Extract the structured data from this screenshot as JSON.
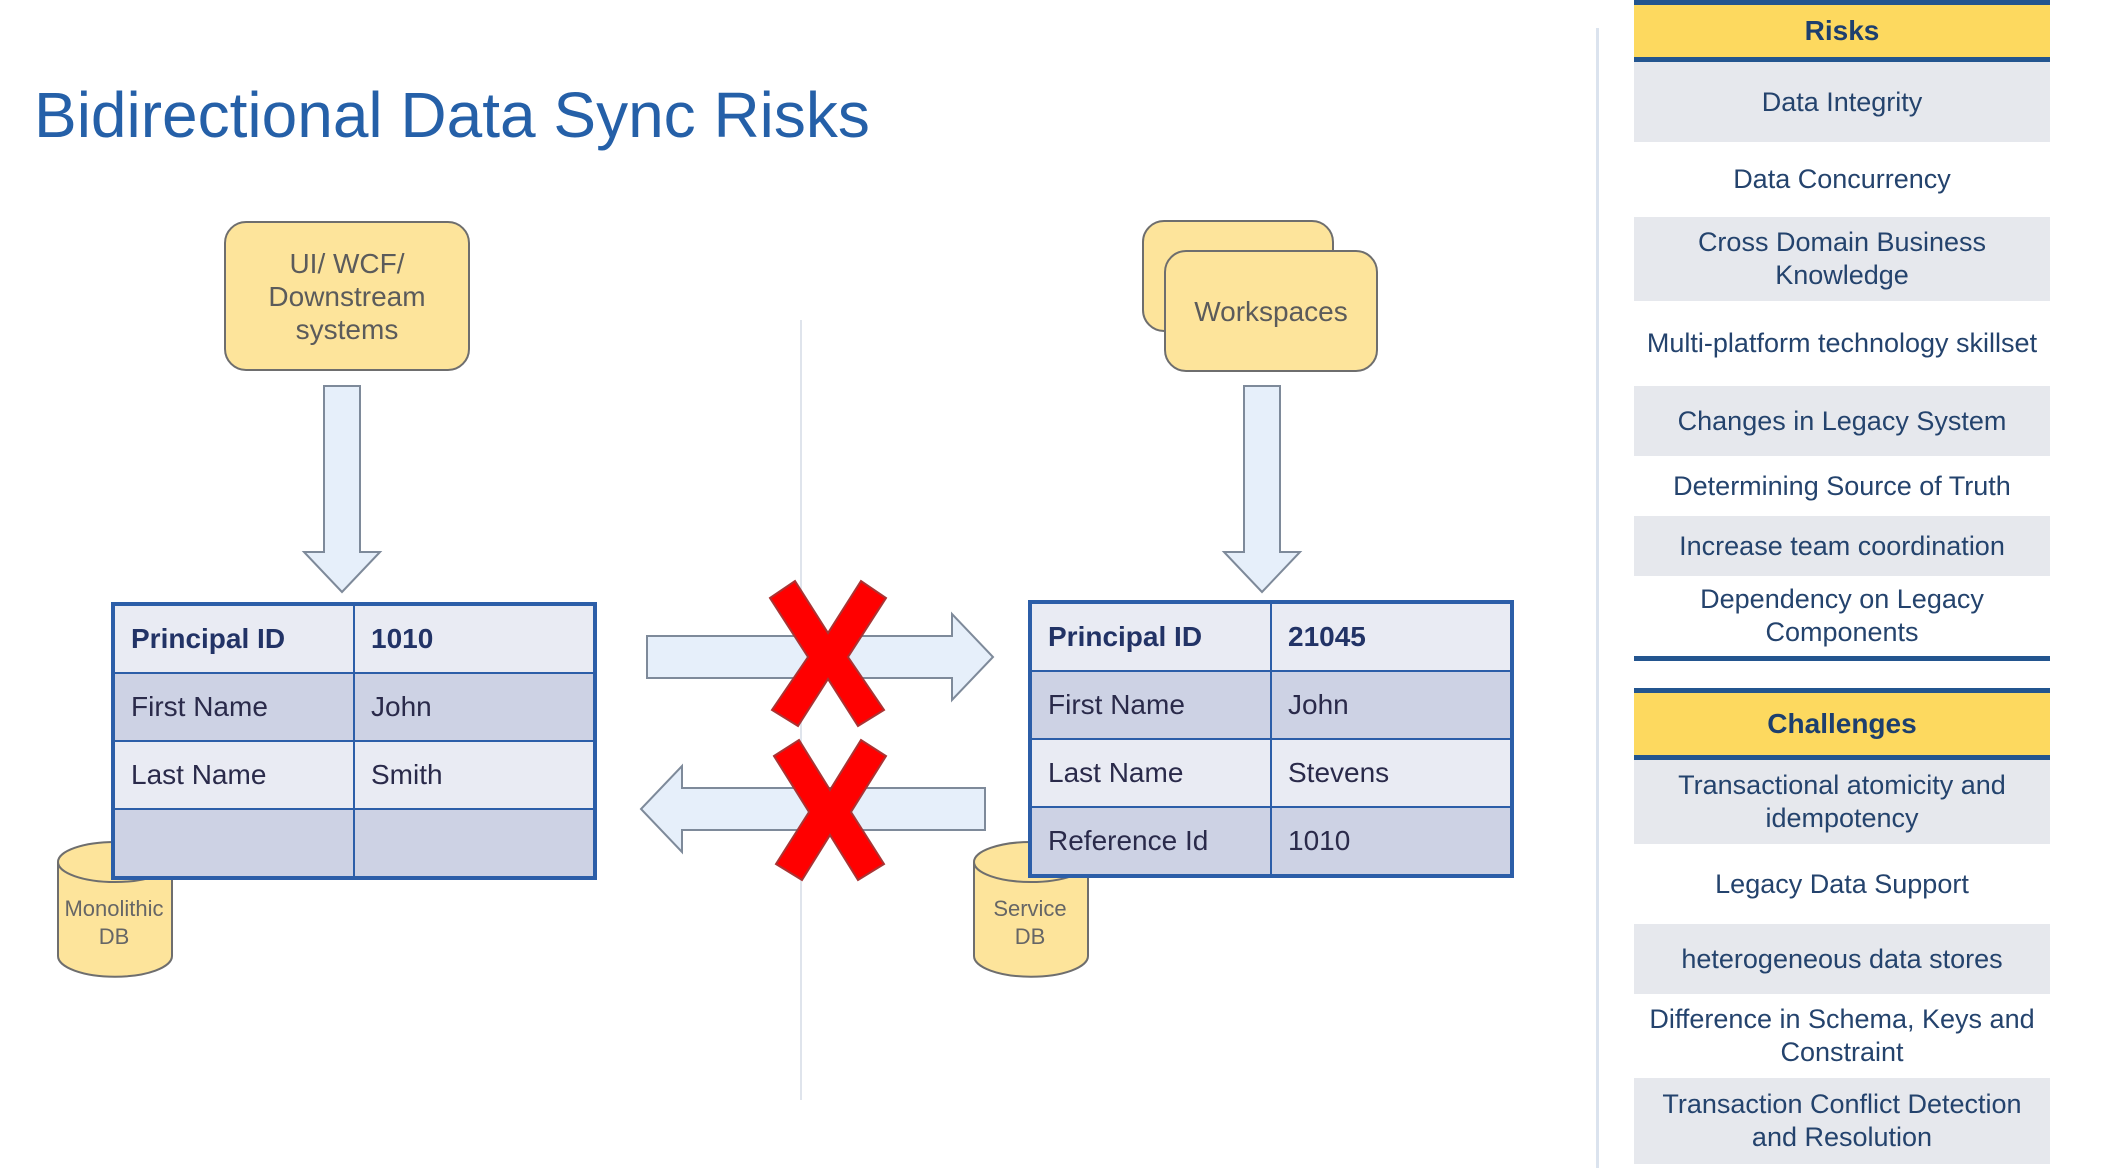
{
  "title": "Bidirectional Data Sync Risks",
  "left_node": {
    "lines": [
      "UI/ WCF/",
      "Downstream",
      "systems"
    ]
  },
  "right_node": {
    "label": "Workspaces"
  },
  "left_table": {
    "rows": [
      [
        "Principal ID",
        "1010"
      ],
      [
        "First Name",
        "John"
      ],
      [
        "Last Name",
        "Smith"
      ],
      [
        "",
        ""
      ]
    ]
  },
  "right_table": {
    "rows": [
      [
        "Principal ID",
        "21045"
      ],
      [
        "First Name",
        "John"
      ],
      [
        "Last Name",
        "Stevens"
      ],
      [
        "Reference Id",
        "1010"
      ]
    ]
  },
  "left_db": {
    "lines": [
      "Monolithic",
      "DB"
    ]
  },
  "right_db": {
    "lines": [
      "Service",
      "DB"
    ]
  },
  "risks": {
    "heading": "Risks",
    "items": [
      "Data Integrity",
      "Data Concurrency",
      "Cross Domain Business Knowledge",
      "Multi-platform technology skillset",
      "Changes in Legacy System",
      "Determining Source of Truth",
      "Increase team coordination",
      "Dependency on Legacy Components"
    ]
  },
  "challenges": {
    "heading": "Challenges",
    "items": [
      "Transactional atomicity and idempotency",
      "Legacy Data Support",
      "heterogeneous data stores",
      "Difference in Schema, Keys and Constraint",
      "Transaction Conflict Detection and Resolution"
    ]
  },
  "colors": {
    "title": "#2560a8",
    "node_fill": "#fde49b",
    "table_border": "#2c5ea8",
    "arrow_fill": "#e6effa",
    "cross": "#ff0000",
    "header_fill": "#fdd95f"
  }
}
